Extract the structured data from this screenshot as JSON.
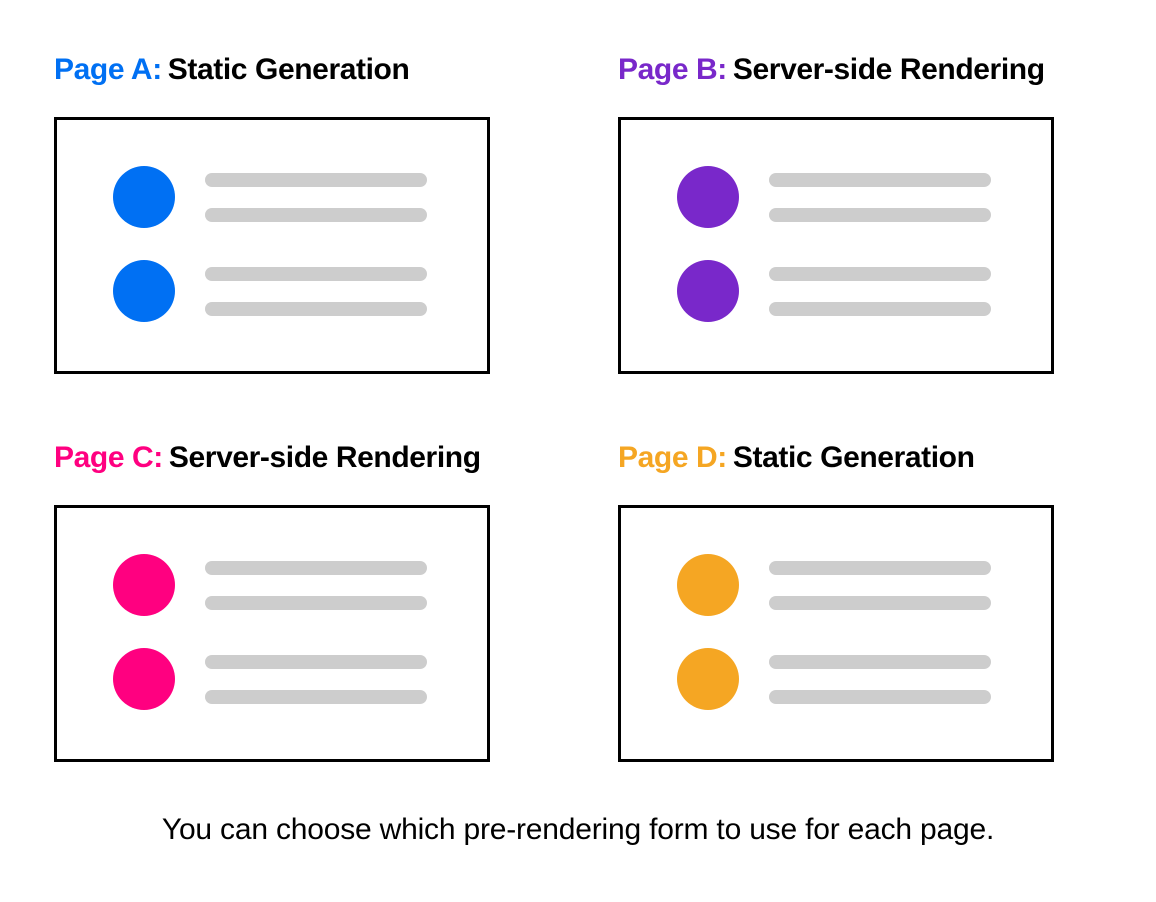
{
  "diagram": {
    "caption": "You can choose which pre-rendering form to use for each page.",
    "colors": {
      "blue": "#0070f3",
      "purple": "#7928ca",
      "pink": "#ff0080",
      "orange": "#f5a623",
      "placeholder_gray": "#cdcdcd",
      "border": "#000000",
      "text": "#000000",
      "background": "#ffffff"
    },
    "cards": [
      {
        "page_label": "Page A:",
        "method": "Static Generation",
        "accent": "#0070f3",
        "accent_name": "blue",
        "rows": [
          {
            "avatar": "avatar-circle",
            "lines": [
              "placeholder-line",
              "placeholder-line"
            ]
          },
          {
            "avatar": "avatar-circle",
            "lines": [
              "placeholder-line",
              "placeholder-line"
            ]
          }
        ]
      },
      {
        "page_label": "Page B:",
        "method": "Server-side Rendering",
        "accent": "#7928ca",
        "accent_name": "purple",
        "rows": [
          {
            "avatar": "avatar-circle",
            "lines": [
              "placeholder-line",
              "placeholder-line"
            ]
          },
          {
            "avatar": "avatar-circle",
            "lines": [
              "placeholder-line",
              "placeholder-line"
            ]
          }
        ]
      },
      {
        "page_label": "Page C:",
        "method": "Server-side Rendering",
        "accent": "#ff0080",
        "accent_name": "pink",
        "rows": [
          {
            "avatar": "avatar-circle",
            "lines": [
              "placeholder-line",
              "placeholder-line"
            ]
          },
          {
            "avatar": "avatar-circle",
            "lines": [
              "placeholder-line",
              "placeholder-line"
            ]
          }
        ]
      },
      {
        "page_label": "Page D:",
        "method": "Static Generation",
        "accent": "#f5a623",
        "accent_name": "orange",
        "rows": [
          {
            "avatar": "avatar-circle",
            "lines": [
              "placeholder-line",
              "placeholder-line"
            ]
          },
          {
            "avatar": "avatar-circle",
            "lines": [
              "placeholder-line",
              "placeholder-line"
            ]
          }
        ]
      }
    ]
  }
}
